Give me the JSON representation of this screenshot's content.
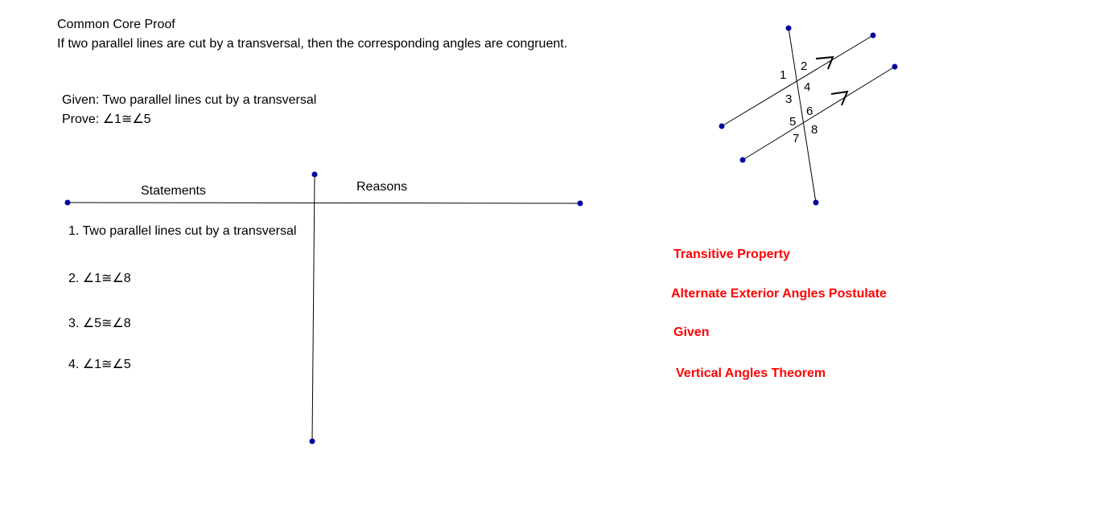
{
  "header": {
    "title": "Common Core Proof",
    "theorem": "If two parallel lines are cut by a transversal, then the corresponding angles are congruent."
  },
  "given": {
    "given_text": "Given: Two parallel lines cut by a transversal",
    "prove_text": "Prove: ∠1≅∠5"
  },
  "table": {
    "statements_header": "Statements",
    "reasons_header": "Reasons",
    "statements": [
      "1.  Two parallel lines cut by a transversal",
      "2.  ∠1≅∠8",
      "3.  ∠5≅∠8",
      "4.  ∠1≅∠5"
    ]
  },
  "reasons_bank": [
    "Transitive Property",
    "Alternate Exterior Angles Postulate",
    "Given",
    "Vertical Angles Theorem"
  ],
  "diagram": {
    "angle_labels": [
      "1",
      "2",
      "3",
      "4",
      "5",
      "6",
      "7",
      "8"
    ]
  },
  "colors": {
    "point": "#0000a0",
    "reason_text": "#ff0000",
    "line": "#000000"
  }
}
